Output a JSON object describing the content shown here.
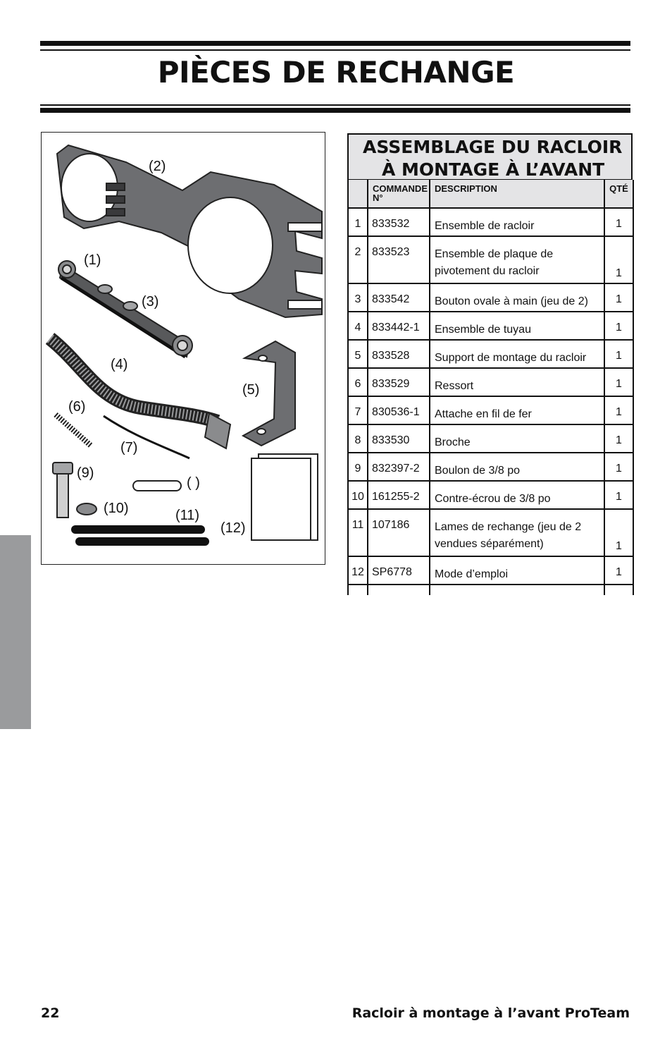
{
  "header": {
    "title": "PIÈCES DE RECHANGE"
  },
  "figure": {
    "callouts": [
      "(2)",
      "(1)",
      "(3)",
      "(4)",
      "(5)",
      "(6)",
      "(7)",
      "(9)",
      "(  )",
      "(10)",
      "(11)",
      "(12)"
    ]
  },
  "table": {
    "title_line1": "ASSEMBLAGE DU RACLOIR",
    "title_line2": "À MONTAGE À L’AVANT",
    "columns": [
      "",
      "COMMANDE N°",
      "DESCRIPTION",
      "QTÉ"
    ],
    "rows": [
      {
        "num": "1",
        "code": "833532",
        "desc": "Ensemble de racloir",
        "qty": "1"
      },
      {
        "num": "2",
        "code": "833523",
        "desc": "Ensemble de plaque de pivotement du racloir",
        "qty": "1"
      },
      {
        "num": "3",
        "code": "833542",
        "desc": "Bouton ovale à main (jeu de 2)",
        "qty": "1"
      },
      {
        "num": "4",
        "code": "833442-1",
        "desc": "Ensemble de tuyau",
        "qty": "1"
      },
      {
        "num": "5",
        "code": "833528",
        "desc": "Support de montage du racloir",
        "qty": "1"
      },
      {
        "num": "6",
        "code": "833529",
        "desc": "Ressort",
        "qty": "1"
      },
      {
        "num": "7",
        "code": "830536-1",
        "desc": "Attache en fil de fer",
        "qty": "1"
      },
      {
        "num": "8",
        "code": "833530",
        "desc": "Broche",
        "qty": "1"
      },
      {
        "num": "9",
        "code": "832397-2",
        "desc": "Boulon de 3/8 po",
        "qty": "1"
      },
      {
        "num": "10",
        "code": "161255-2",
        "desc": "Contre-écrou de 3/8 po",
        "qty": "1"
      },
      {
        "num": "11",
        "code": "107186",
        "desc": "Lames de rechange (jeu de 2 vendues séparément)",
        "qty": "1"
      },
      {
        "num": "12",
        "code": "SP6778",
        "desc": "Mode d’emploi",
        "qty": "1"
      }
    ]
  },
  "footer": {
    "page_number": "22",
    "manual_title": "Racloir à montage à l’avant ProTeam"
  }
}
